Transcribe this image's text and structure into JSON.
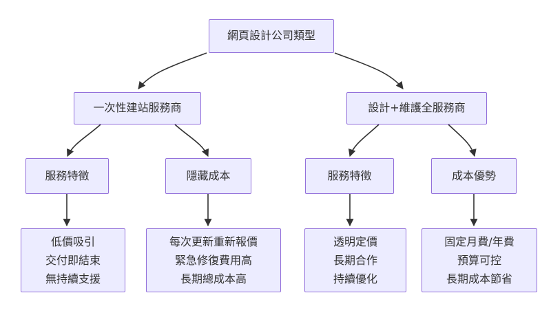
{
  "diagram": {
    "type": "flowchart-top-down",
    "colors": {
      "node_fill": "#ECECFF",
      "node_border": "#9370DB",
      "edge_stroke": "#333333",
      "text": "#333333",
      "background": "#FFFFFF"
    },
    "nodes": {
      "root": {
        "label": "網頁設計公司類型"
      },
      "onetime": {
        "label": "一次性建站服務商"
      },
      "fullservice": {
        "label": "設計+維護全服務商"
      },
      "onetime_features": {
        "label": "服務特徵"
      },
      "hidden_costs": {
        "label": "隱藏成本"
      },
      "fullservice_features": {
        "label": "服務特徵"
      },
      "cost_advantage": {
        "label": "成本優勢"
      },
      "onetime_features_detail": {
        "lines": [
          "低價吸引",
          "交付即結束",
          "無持續支援"
        ]
      },
      "hidden_costs_detail": {
        "lines": [
          "每次更新重新報價",
          "緊急修復費用高",
          "長期總成本高"
        ]
      },
      "fullservice_features_detail": {
        "lines": [
          "透明定價",
          "長期合作",
          "持續優化"
        ]
      },
      "cost_advantage_detail": {
        "lines": [
          "固定月費/年費",
          "預算可控",
          "長期成本節省"
        ]
      }
    },
    "edges": [
      {
        "from": "root",
        "to": "onetime"
      },
      {
        "from": "root",
        "to": "fullservice"
      },
      {
        "from": "onetime",
        "to": "onetime_features"
      },
      {
        "from": "onetime",
        "to": "hidden_costs"
      },
      {
        "from": "fullservice",
        "to": "fullservice_features"
      },
      {
        "from": "fullservice",
        "to": "cost_advantage"
      },
      {
        "from": "onetime_features",
        "to": "onetime_features_detail"
      },
      {
        "from": "hidden_costs",
        "to": "hidden_costs_detail"
      },
      {
        "from": "fullservice_features",
        "to": "fullservice_features_detail"
      },
      {
        "from": "cost_advantage",
        "to": "cost_advantage_detail"
      }
    ]
  }
}
